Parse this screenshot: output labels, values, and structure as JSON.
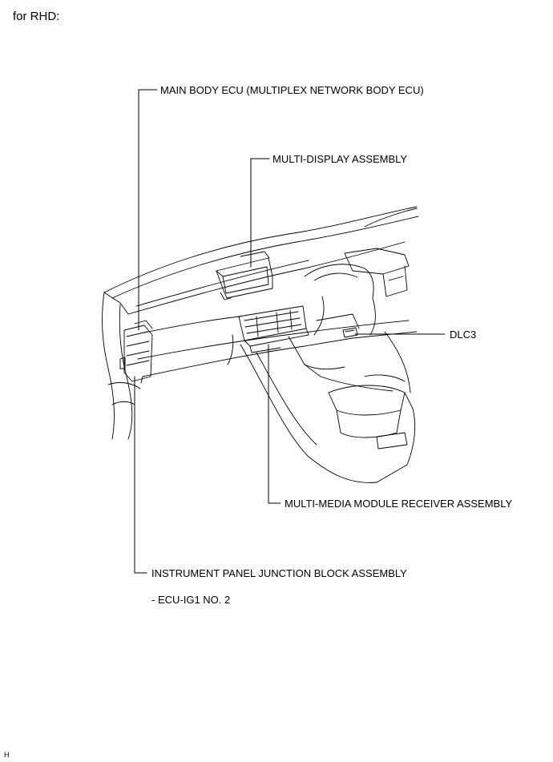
{
  "header": {
    "title": "for RHD:"
  },
  "labels": {
    "main_body_ecu": "MAIN BODY ECU (MULTIPLEX NETWORK BODY ECU)",
    "multi_display": "MULTI-DISPLAY ASSEMBLY",
    "dlc3": "DLC3",
    "multimedia_receiver": "MULTI-MEDIA MODULE RECEIVER ASSEMBLY",
    "junction_block": "INSTRUMENT PANEL JUNCTION BLOCK ASSEMBLY",
    "junction_block_sub": "- ECU-IG1 NO. 2"
  },
  "footer": {
    "corner_mark": "H"
  }
}
